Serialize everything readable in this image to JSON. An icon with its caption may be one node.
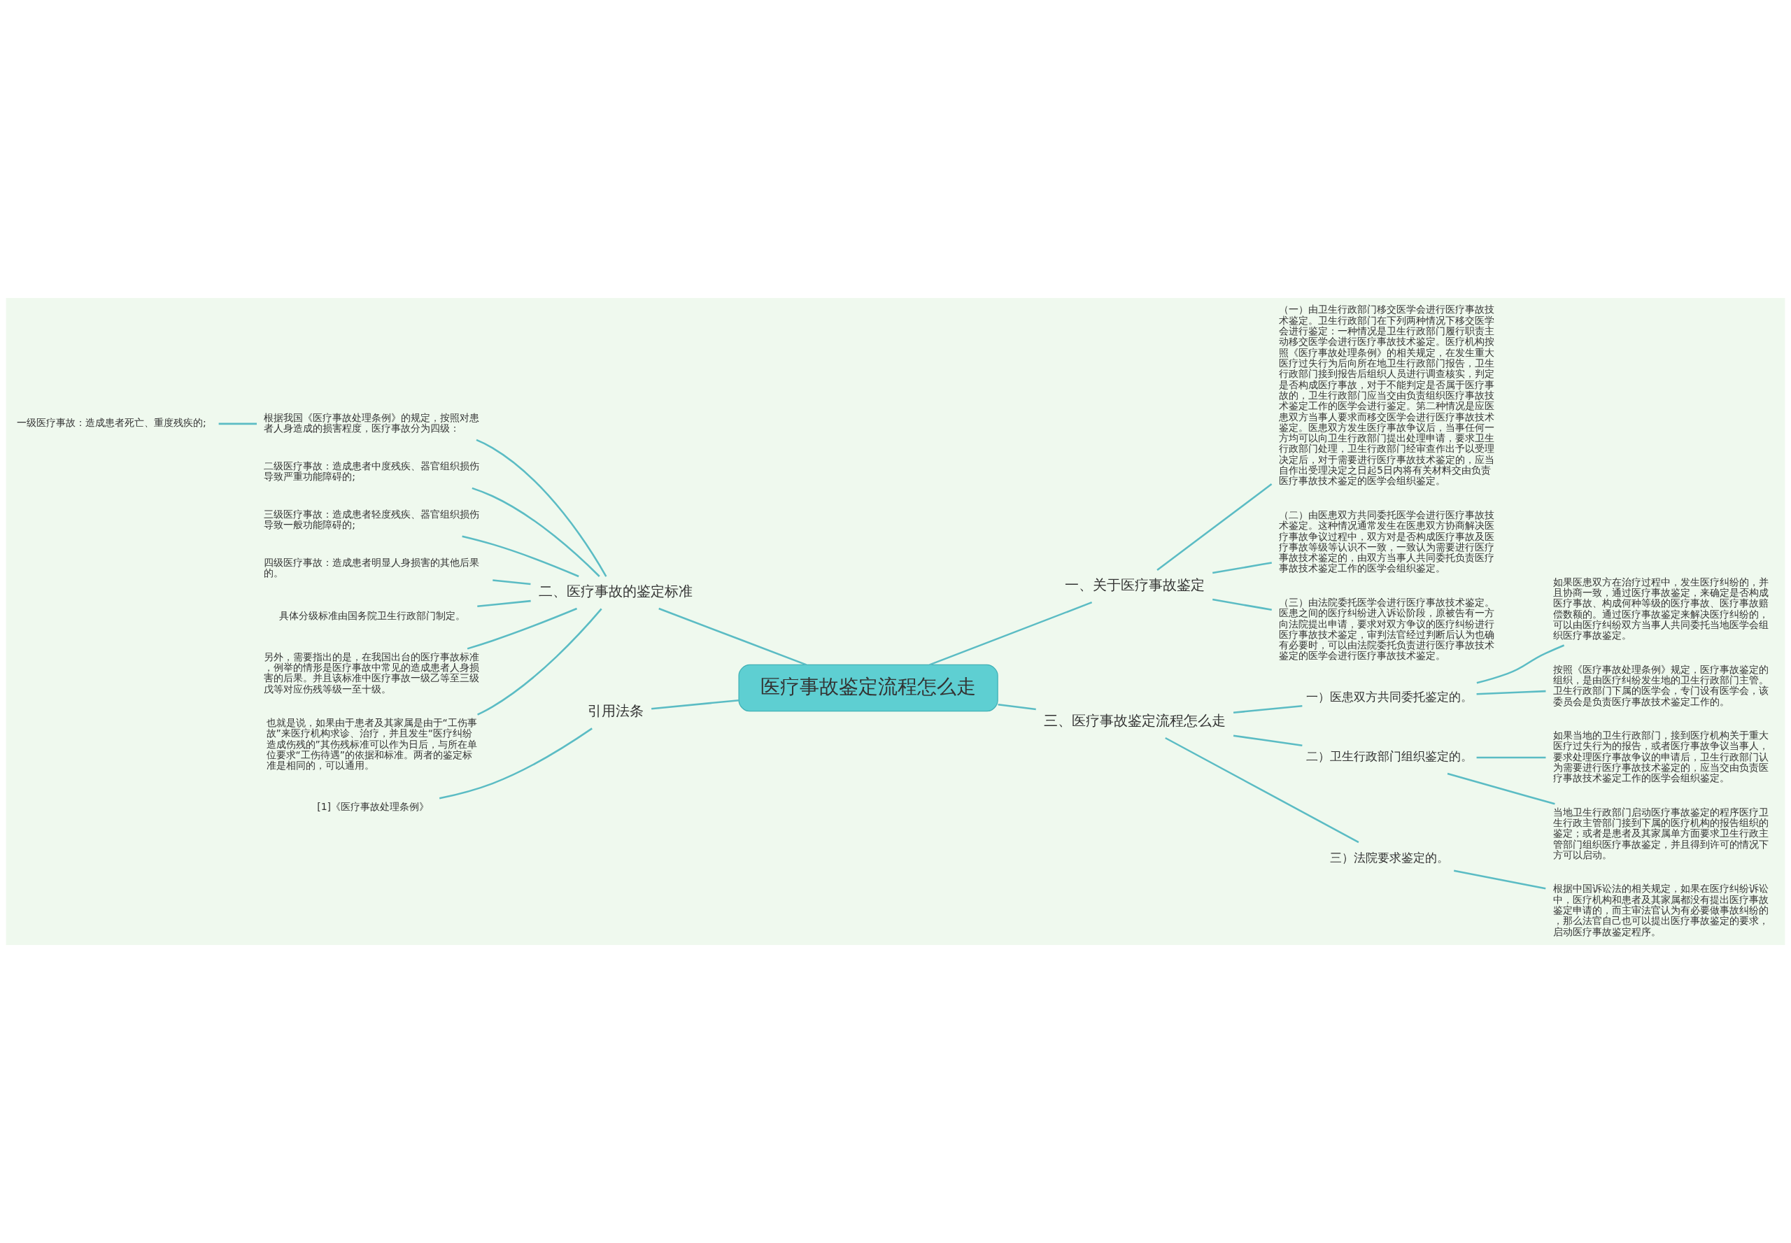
{
  "diagram": {
    "nodes": [
      {
        "text": [
          "医疗事故鉴定流程怎么走"
        ]
      },
      {
        "text": [
          "一、关于医疗事故鉴定"
        ]
      },
      {
        "text": [
          "（一）由卫生行政部门移交医学会进行医疗事故技术鉴定。卫生行政部门在下列两种情况下移交医学会进行鉴定：一种情况是卫生行政部门履行职责主动移交医学会进行医疗事故技术鉴定。医疗机构按照《医疗事故处理条例》的相关规定，在发生重大医疗过失行为后向所在地卫生行政部门报告，卫生行政部门接到报告后组织人员进行调查核实，判定是否构成医疗事故，对于不能判定是否属于医疗事故的，卫生行政部门应当交由负责组织医疗事故技术鉴定工作的医学会进行鉴定。第二种情况是应医患双方当事人要求而移交医学会进行医疗事故技术鉴定。医患双方发生医疗事故争议后，当事任何一方均可以向卫生行政部门提出处理申请，要求卫生行政部门处理，卫生行政部门经审查作出予以受理决定后，对于需要进行医疗事故技术鉴定的，应当自作出受理决定之日起5日内将有关材料交由负责医疗事故技术鉴定的医学会组织鉴定。"
        ]
      },
      {
        "text": [
          "（二）由医患双方共同委托医学会进行医疗事故技术鉴定。这种情况通常发生在医患双方协商解决医疗事故争议过程中，双方对是否构成医疗事故及医疗事故等级等认识不一致，一致认为需要进行医疗事故技术鉴定的，由双方当事人共同委托负责医疗事故技术鉴定工作的医学会组织鉴定。"
        ]
      },
      {
        "text": [
          "（三）由法院委托医学会进行医疗事故技术鉴定。医患之间的医疗纠纷进入诉讼阶段，原被告有一方向法院提出申请，要求对双方争议的医疗纠纷进行医疗事故技术鉴定，审判法官经过判断后认为也确有必要时，可以由法院委托负责进行医疗事故技术鉴定的医学会进行医疗事故技术鉴定。"
        ]
      },
      {
        "text": [
          "二、医疗事故的鉴定标准"
        ]
      },
      {
        "text": [
          "根据我国《医疗事故处理条例》的规定，按照对患者人身造成的损害程度，医疗事故分为四级："
        ]
      },
      {
        "text": [
          "一级医疗事故：造成患者死亡、重度残疾的;"
        ]
      },
      {
        "text": [
          "二级医疗事故：造成患者中度残疾、器官组织损伤导致严重功能障碍的;"
        ]
      },
      {
        "text": [
          "三级医疗事故：造成患者轻度残疾、器官组织损伤导致一般功能障碍的;"
        ]
      },
      {
        "text": [
          "四级医疗事故：造成患者明显人身损害的其他后果的。"
        ]
      },
      {
        "text": [
          "具体分级标准由国务院卫生行政部门制定。"
        ]
      },
      {
        "text": [
          "另外，需要指出的是，在我国出台的医疗事故标准，例举的情形是医疗事故中常见的造成患者人身损害的后果。并且该标准中医疗事故一级乙等至三级戊等对应伤残等级一至十级。"
        ]
      },
      {
        "text": [
          "也就是说，如果由于患者及其家属是由于“工伤事故”来医疗机构求诊、治疗，并且发生“医疗纠纷造成伤残的”其伤残标准可以作为日后，与所在单位要求“工伤待遇”的依据和标准。两者的鉴定标准是相同的，可以通用。"
        ]
      },
      {
        "text": [
          "引用法条"
        ]
      },
      {
        "text": [
          "[1]《医疗事故处理条例》"
        ]
      },
      {
        "text": [
          "三、医疗事故鉴定流程怎么走"
        ]
      },
      {
        "text": [
          "一）医患双方共同委托鉴定的。"
        ]
      },
      {
        "text": [
          "如果医患双方在治疗过程中，发生医疗纠纷的，并且协商一致，通过医疗事故鉴定，来确定是否构成医疗事故、构成何种等级的医疗事故、医疗事故赔偿数额的。通过医疗事故鉴定来解决医疗纠纷的，可以由医疗纠纷双方当事人共同委托当地医学会组织医疗事故鉴定。"
        ]
      },
      {
        "text": [
          "按照《医疗事故处理条例》规定，医疗事故鉴定的组织，是由医疗纠纷发生地的卫生行政部门主管。卫生行政部门下属的医学会，专门设有医学会，该委员会是负责医疗事故技术鉴定工作的。"
        ]
      },
      {
        "text": [
          "二）卫生行政部门组织鉴定的。"
        ]
      },
      {
        "text": [
          "如果当地的卫生行政部门，接到医疗机构关于重大医疗过失行为的报告，或者医疗事故争议当事人，要求处理医疗事故争议的申请后，卫生行政部门认为需要进行医疗事故技术鉴定的，应当交由负责医疗事故技术鉴定工作的医学会组织鉴定。"
        ]
      },
      {
        "text": [
          "当地卫生行政部门启动医疗事故鉴定的程序医疗卫生行政主管部门接到下属的医疗机构的报告组织的鉴定；或者是患者及其家属单方面要求卫生行政主管部门组织医疗事故鉴定，并且得到许可的情况下方可以启动。"
        ]
      },
      {
        "text": [
          "三）法院要求鉴定的。"
        ]
      },
      {
        "text": [
          "根据中国诉讼法的相关规定，如果在医疗纠纷诉讼中，医疗机构和患者及其家属都没有提出医疗事故鉴定申请的，而主审法官认为有必要做事故纠纷的，那么法官自己也可以提出医疗事故鉴定的要求，启动医疗事故鉴定程序。"
        ]
      }
    ],
    "edges": [
      {
        "from": 0,
        "to": 1,
        "arrow": "none"
      },
      {
        "from": 1,
        "to": 2,
        "arrow": "none"
      },
      {
        "from": 1,
        "to": 3,
        "arrow": "none"
      },
      {
        "from": 1,
        "to": 4,
        "arrow": "none"
      },
      {
        "from": 0,
        "to": 5,
        "arrow": "none"
      },
      {
        "from": 5,
        "to": 6,
        "arrow": "none"
      },
      {
        "from": 6,
        "to": 7,
        "arrow": "none"
      },
      {
        "from": 5,
        "to": 8,
        "arrow": "none"
      },
      {
        "from": 5,
        "to": 9,
        "arrow": "none"
      },
      {
        "from": 5,
        "to": 10,
        "arrow": "none"
      },
      {
        "from": 5,
        "to": 11,
        "arrow": "none"
      },
      {
        "from": 5,
        "to": 12,
        "arrow": "none"
      },
      {
        "from": 5,
        "to": 13,
        "arrow": "none"
      },
      {
        "from": 0,
        "to": 14,
        "arrow": "none"
      },
      {
        "from": 14,
        "to": 15,
        "arrow": "none"
      },
      {
        "from": 0,
        "to": 16,
        "arrow": "none"
      },
      {
        "from": 16,
        "to": 17,
        "arrow": "none"
      },
      {
        "from": 17,
        "to": 18,
        "arrow": "none"
      },
      {
        "from": 17,
        "to": 19,
        "arrow": "none"
      },
      {
        "from": 16,
        "to": 20,
        "arrow": "none"
      },
      {
        "from": 20,
        "to": 21,
        "arrow": "none"
      },
      {
        "from": 20,
        "to": 22,
        "arrow": "none"
      },
      {
        "from": 16,
        "to": 23,
        "arrow": "none"
      },
      {
        "from": 23,
        "to": 24,
        "arrow": "none"
      }
    ]
  }
}
